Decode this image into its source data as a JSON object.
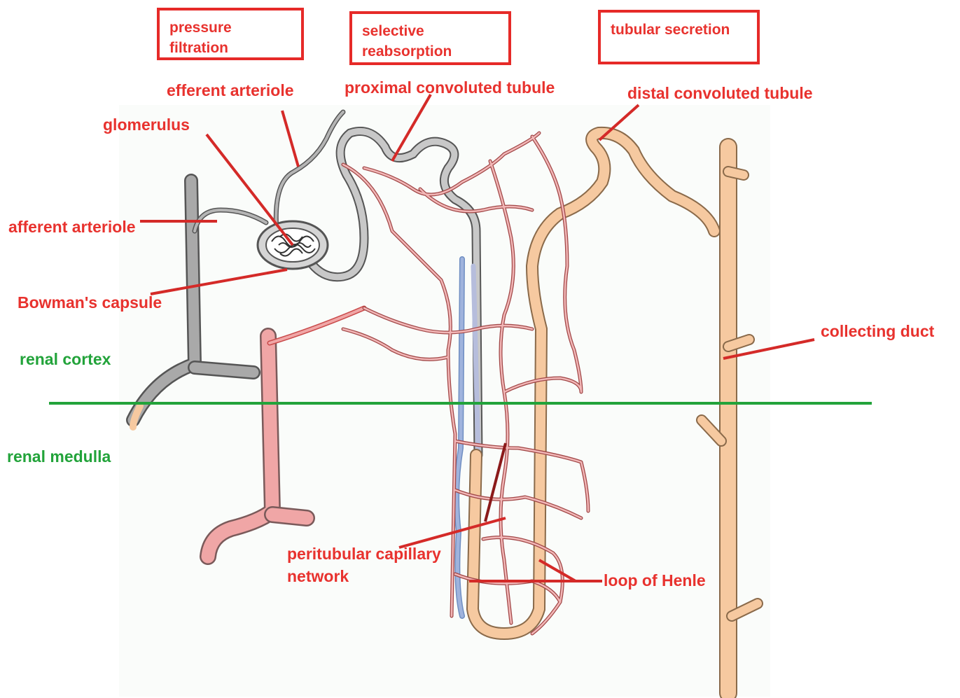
{
  "boxes": {
    "pressure_filtration": "pressure\nfiltration",
    "selective_reabsorption": "selective\nreabsorption",
    "tubular_secretion": "tubular secretion"
  },
  "labels": {
    "efferent_arteriole": "efferent arteriole",
    "proximal_convoluted_tubule": "proximal convoluted tubule",
    "distal_convoluted_tubule": "distal convoluted tubule",
    "glomerulus": "glomerulus",
    "afferent_arteriole": "afferent arteriole",
    "bowmans_capsule": "Bowman's capsule",
    "collecting_duct": "collecting duct",
    "peritubular_capillary_network": "peritubular capillary network",
    "loop_of_henle": "loop of Henle"
  },
  "regions": {
    "renal_cortex": "renal cortex",
    "renal_medulla": "renal medulla"
  },
  "colors": {
    "label_red": "#e8322e",
    "region_green": "#22a33a",
    "artery_grey": "#a9a9a9",
    "tubule_tan": "#f6c9a0",
    "vein_pink": "#f0a6a6",
    "capillary_red": "#c94a4a",
    "descending_blue": "#9fb3dd"
  }
}
